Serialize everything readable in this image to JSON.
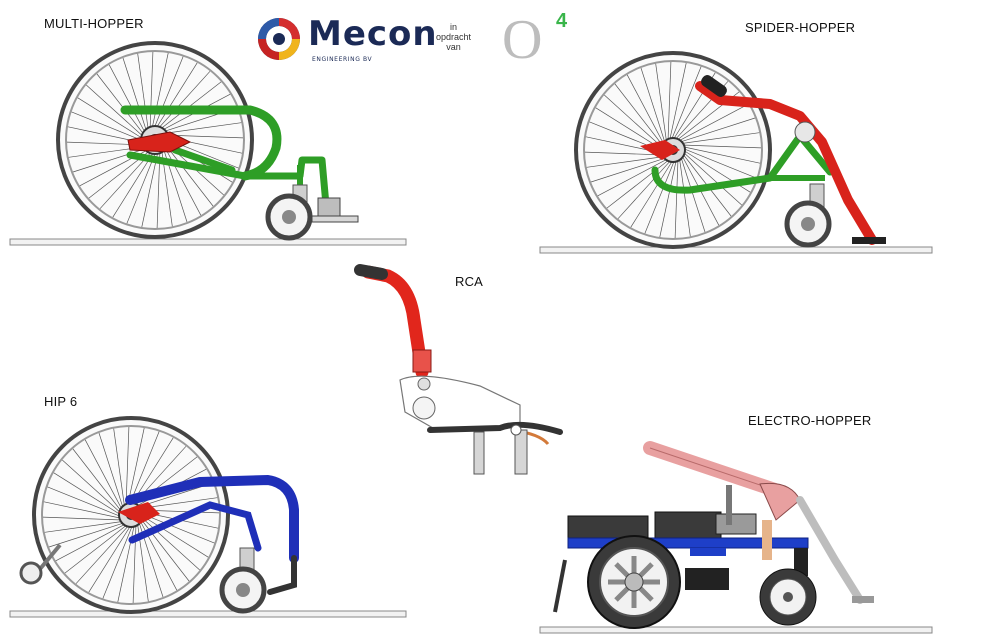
{
  "header": {
    "brand": "Mecon",
    "brand_sub": "ENGINEERING BV",
    "commission_lines": [
      "in",
      "opdracht",
      "van"
    ],
    "client_mark": "O",
    "client_sup": "4"
  },
  "labels": {
    "multi_hopper": "MULTI-HOPPER",
    "spider_hopper": "SPIDER-HOPPER",
    "rca": "RCA",
    "hip6": "HIP 6",
    "electro_hopper": "ELECTRO-HOPPER"
  },
  "colors": {
    "multi_frame": "#2e9e26",
    "spider_frame": "#d8231b",
    "spider_sub": "#2e9e26",
    "hip_frame": "#1f2fb8",
    "rca_handle": "#e1261c",
    "electro_arm": "#e8a0a0",
    "electro_frame": "#1e3fc8",
    "wheel_tire": "#444444"
  }
}
